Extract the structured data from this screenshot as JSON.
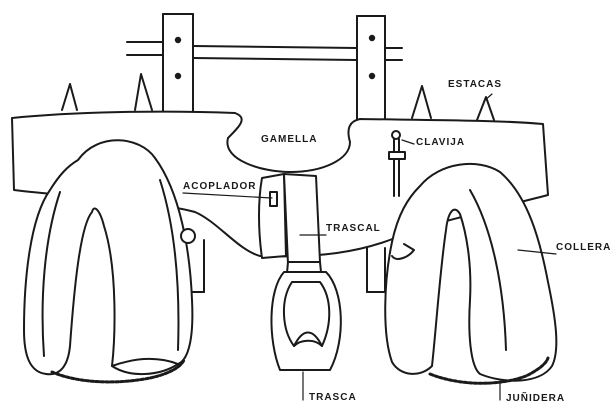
{
  "labels": {
    "estacas": "ESTACAS",
    "gamella": "GAMELLA",
    "clavija": "CLAVIJA",
    "acoplador": "ACOPLADOR",
    "trascal": "TRASCAL",
    "collera": "COLLERA",
    "trasca": "TRASCA",
    "junidera": "JUÑIDERA"
  },
  "colors": {
    "ink": "#1a1a1a",
    "paper": "#ffffff"
  }
}
